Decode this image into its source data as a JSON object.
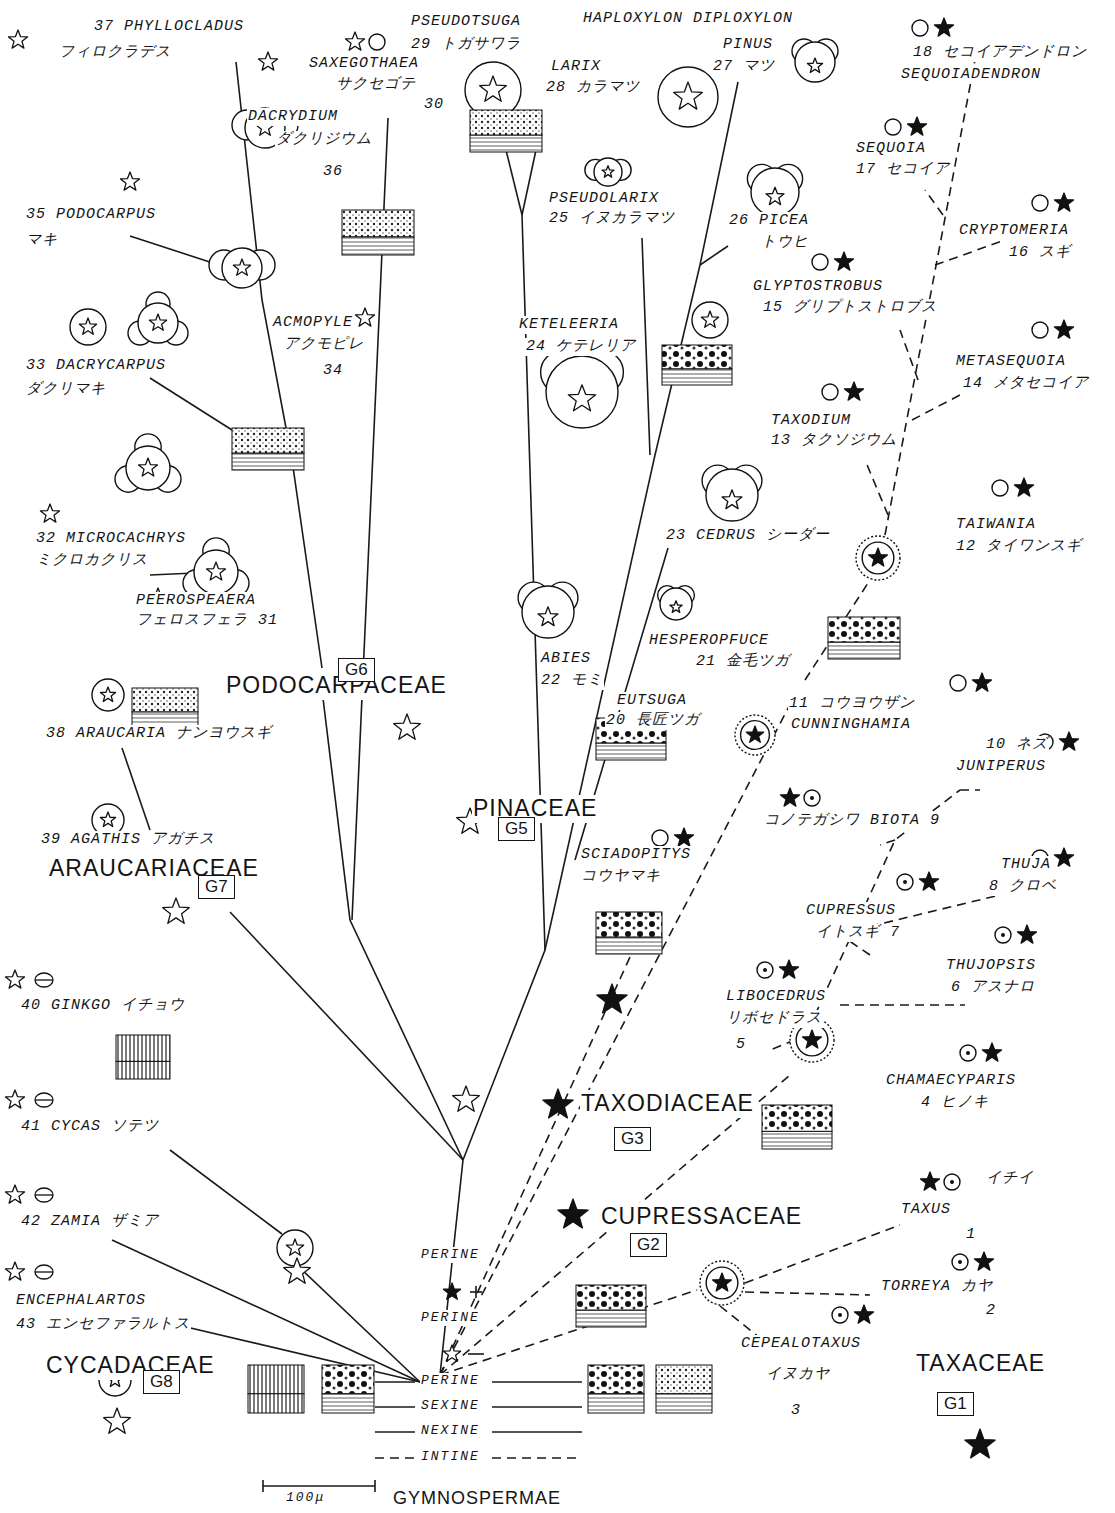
{
  "diagram": {
    "nodes": [
      {
        "text": [
          "G6"
        ]
      },
      {
        "text": [
          "G5"
        ]
      },
      {
        "text": [
          "G7"
        ]
      },
      {
        "text": [
          "G3"
        ]
      },
      {
        "text": [
          "G2"
        ]
      },
      {
        "text": [
          "G8"
        ]
      },
      {
        "text": [
          "G1"
        ]
      }
    ],
    "labels": [
      "37 PHYLLOCLADUS",
      "フィロクラデス",
      "PSEUDOTSUGA",
      "29 トガサワラ",
      "HAPLOXYLON DIPLOXYLON",
      "PINUS",
      "27 マツ",
      "18 セコイアデンドロン",
      "SEQUOIADENDRON",
      "SAXEGOTHAEA",
      "サクセゴテ",
      "30",
      "LARIX",
      "28 カラマツ",
      "DACRYDIUM",
      "ダクリジウム",
      "36",
      "PSEUDOLARIX",
      "25 イヌカラマツ",
      "26 PICEA",
      "トウヒ",
      "SEQUOIA",
      "17 セコイア",
      "CRYPTOMERIA",
      "16 スギ",
      "35 PODOCARPUS",
      "マキ",
      "GLYPTOSTROBUS",
      "15 グリプトストロブス",
      "METASEQUOIA",
      "14 メタセコイア",
      "ACMOPYLE",
      "アクモピレ",
      "34",
      "KETELEERIA",
      "24 ケテレリア",
      "33 DACRYCARPUS",
      "ダクリマキ",
      "TAXODIUM",
      "13 タクソジウム",
      "TAIWANIA",
      "12 タイワンスギ",
      "23 CEDRUS シーダー",
      "32 MICROCACHRYS",
      "ミクロカクリス",
      "PEEROSPEAERA",
      "フェロスフェラ 31",
      "HESPEROPFUCE",
      "21 金毛ツガ",
      "PODOCARPACEAE",
      "ABIES",
      "22 モミ",
      "EUTSUGA",
      "20 長匠ツガ",
      "11 コウヨウザン",
      "CUNNINGHAMIA",
      "10 ネズ",
      "JUNIPERUS",
      "38 ARAUCARIA ナンヨウスギ",
      "コノテガシワ BIOTA 9",
      "PINACEAE",
      "SCIADOPITYS",
      "コウヤマキ",
      "THUJA",
      "8 クロベ",
      "39 AGATHIS アガチス",
      "ARAUCARIACEAE",
      "CUPRESSUS",
      "イトスギ 7",
      "THUJOPSIS",
      "6 アスナロ",
      "40 GINKGO イチョウ",
      "LIBOCEDRUS",
      "リボセドラス",
      "5",
      "CHAMAECYPARIS",
      "4 ヒノキ",
      "TAXODIACEAE",
      "41 CYCAS ソテツ",
      "CUPRESSACEAE",
      "42 ZAMIA ザミア",
      "イチイ",
      "TAXUS",
      "1",
      "PERINE",
      "PERINE",
      "ENCEPHALARTOS",
      "43 エンセファラルトス",
      "TORREYA カヤ",
      "2",
      "CEPEALOTAXUS",
      "イヌカヤ",
      "3",
      "TAXACEAE",
      "CYCADACEAE",
      "PERINE",
      "SEXINE",
      "NEXINE",
      "INTINE",
      "100μ",
      "GYMNOSPERMAE"
    ]
  }
}
